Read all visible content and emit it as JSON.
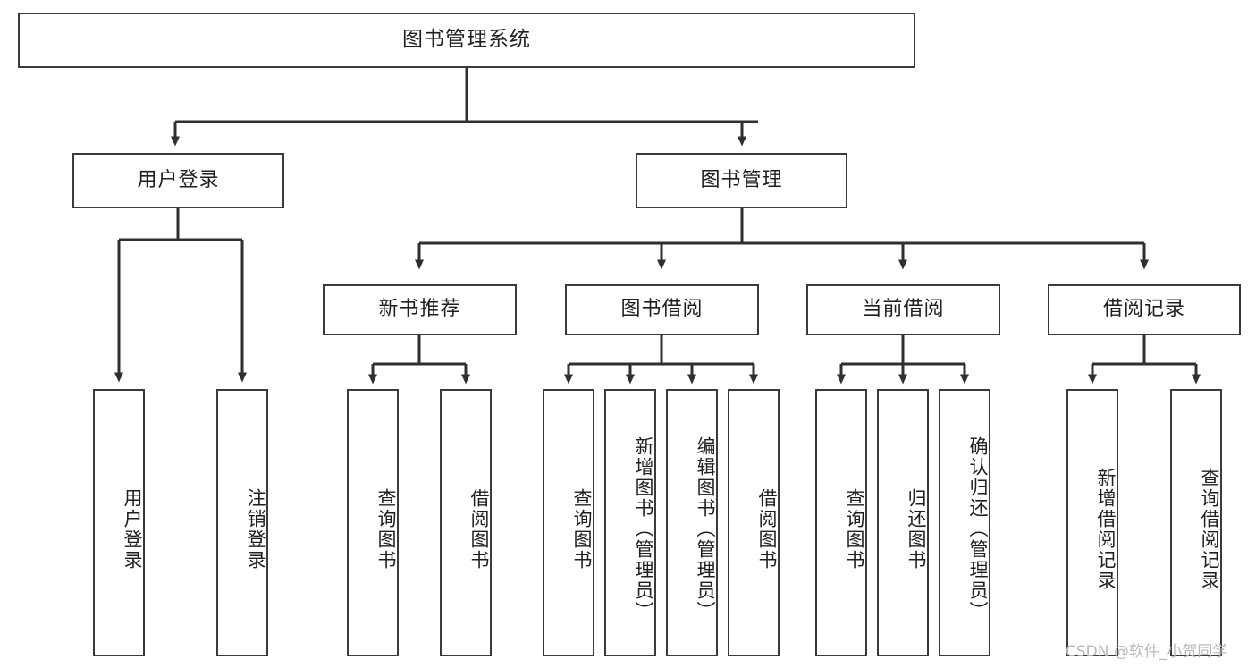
{
  "diagram": {
    "title": "图书管理系统",
    "type": "function-structure-tree",
    "orientation": "top-down",
    "watermark": "CSDN @软件_小贺同学",
    "colors": {
      "box_border": "#3b3b3b",
      "box_fill": "#ffffff",
      "edge": "#2f2f2f",
      "text": "#1f1f1f",
      "watermark": "#b9b9b9",
      "background": "#ffffff"
    },
    "nodes": {
      "root": {
        "label": "图书管理系统"
      },
      "level2": [
        {
          "id": "user-login",
          "label": "用户登录"
        },
        {
          "id": "book-management",
          "label": "图书管理"
        }
      ],
      "level3": [
        {
          "id": "new-book-recommend",
          "label": "新书推荐"
        },
        {
          "id": "book-borrow",
          "label": "图书借阅"
        },
        {
          "id": "current-borrow",
          "label": "当前借阅"
        },
        {
          "id": "borrow-record",
          "label": "借阅记录"
        }
      ],
      "leaves": {
        "user-login": [
          {
            "id": "leaf-user-login",
            "label": "用户登录"
          },
          {
            "id": "leaf-logout-login",
            "label": "注销登录"
          }
        ],
        "new-book-recommend": [
          {
            "id": "leaf-query-book-1",
            "label": "查询图书"
          },
          {
            "id": "leaf-borrow-book-1",
            "label": "借阅图书"
          }
        ],
        "book-borrow": [
          {
            "id": "leaf-query-book-2",
            "label": "查询图书"
          },
          {
            "id": "leaf-add-book",
            "label": "新增图书（管理员）"
          },
          {
            "id": "leaf-edit-book",
            "label": "编辑图书（管理员）"
          },
          {
            "id": "leaf-borrow-book-2",
            "label": "借阅图书"
          }
        ],
        "current-borrow": [
          {
            "id": "leaf-query-book-3",
            "label": "查询图书"
          },
          {
            "id": "leaf-return-book",
            "label": "归还图书"
          },
          {
            "id": "leaf-confirm-return",
            "label": "确认归还（管理员）"
          }
        ],
        "borrow-record": [
          {
            "id": "leaf-add-borrow-record",
            "label": "新增借阅记录"
          },
          {
            "id": "leaf-query-borrow-record",
            "label": "查询借阅记录"
          }
        ]
      }
    }
  }
}
